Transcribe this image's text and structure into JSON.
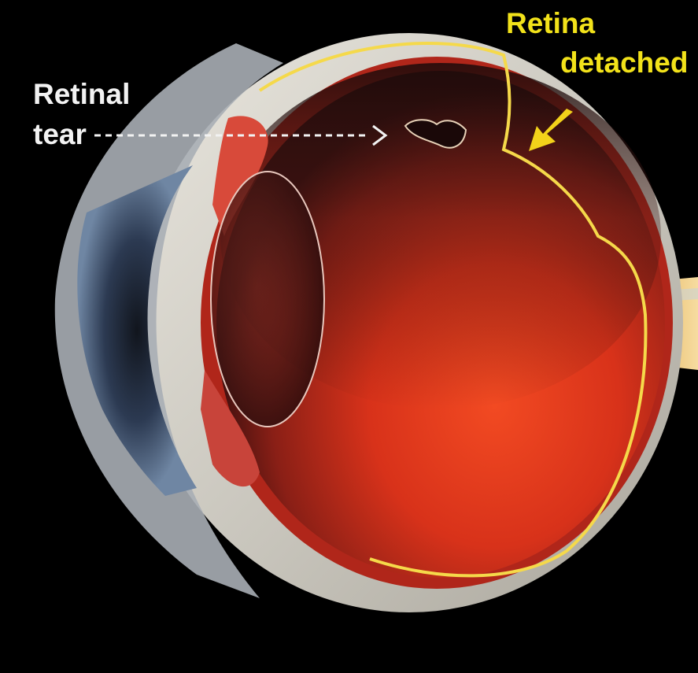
{
  "labels": {
    "retinal_tear_line1": "Retinal",
    "retinal_tear_line2": "tear",
    "retina_detached_line1": "Retina",
    "retina_detached_line2": "detached"
  },
  "colors": {
    "background": "#000000",
    "tear_label": "#f2f2f2",
    "detached_label": "#f2e21a",
    "retina_line": "#f5d94a",
    "sclera": "#c9c6bd",
    "vitreous_red": "#d9321a"
  }
}
